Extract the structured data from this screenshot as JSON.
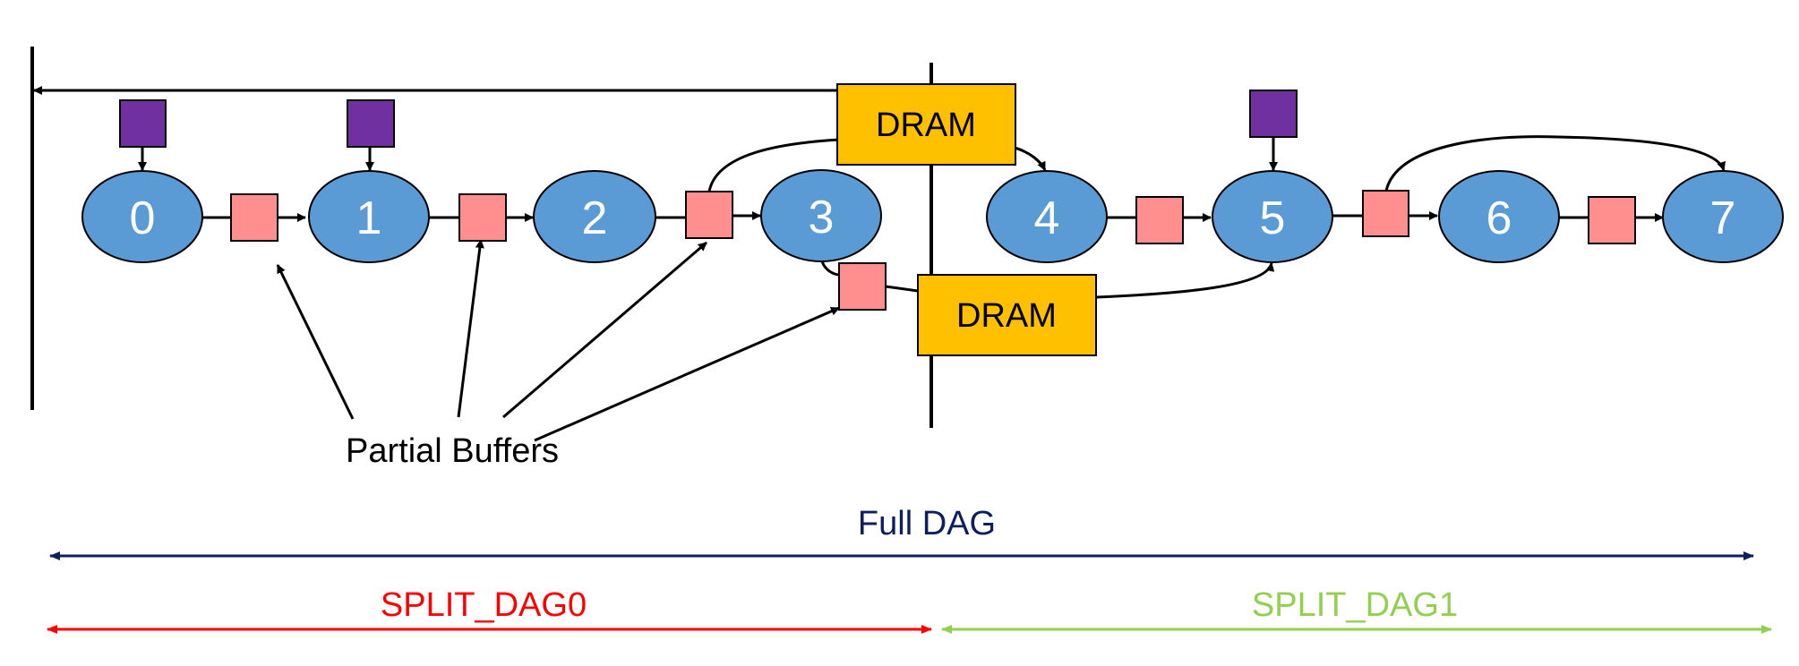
{
  "colors": {
    "node_fill": "#5b9bd5",
    "buffer_fill": "#ff8f8f",
    "input_fill": "#7030a0",
    "dram_fill": "#ffc000",
    "line": "#000000",
    "full_dag": "#0d1f5c",
    "split_dag0": "#ff0000",
    "split_dag1": "#92d050"
  },
  "nodes": [
    "0",
    "1",
    "2",
    "3",
    "4",
    "5",
    "6",
    "7"
  ],
  "dram_top": "DRAM",
  "dram_bottom": "DRAM",
  "partial_buffers_label": "Partial Buffers",
  "full_dag_label": "Full DAG",
  "split_dag0_label": "SPLIT_DAG0",
  "split_dag1_label": "SPLIT_DAG1"
}
